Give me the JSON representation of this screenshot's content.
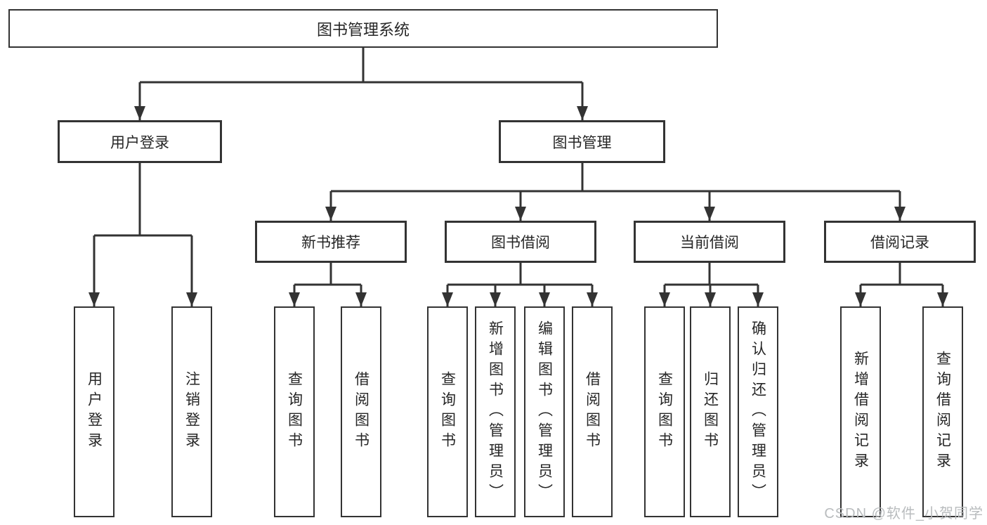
{
  "tree": {
    "root": {
      "label": "图书管理系统"
    },
    "children": [
      {
        "label": "用户登录",
        "children": [
          {
            "label": "用户登录"
          },
          {
            "label": "注销登录"
          }
        ]
      },
      {
        "label": "图书管理",
        "children": [
          {
            "label": "新书推荐",
            "children": [
              {
                "label": "查询图书"
              },
              {
                "label": "借阅图书"
              }
            ]
          },
          {
            "label": "图书借阅",
            "children": [
              {
                "label": "查询图书"
              },
              {
                "label": "新增图书（管理员）"
              },
              {
                "label": "编辑图书（管理员）"
              },
              {
                "label": "借阅图书"
              }
            ]
          },
          {
            "label": "当前借阅",
            "children": [
              {
                "label": "查询图书"
              },
              {
                "label": "归还图书"
              },
              {
                "label": "确认归还（管理员）"
              }
            ]
          },
          {
            "label": "借阅记录",
            "children": [
              {
                "label": "新增借阅记录"
              },
              {
                "label": "查询借阅记录"
              }
            ]
          }
        ]
      }
    ]
  },
  "watermark": {
    "text": "CSDN @软件_小贺同学"
  },
  "colors": {
    "line": "#333333",
    "text": "#262626",
    "background": "#ffffff",
    "watermark": "#b9bcbe"
  }
}
